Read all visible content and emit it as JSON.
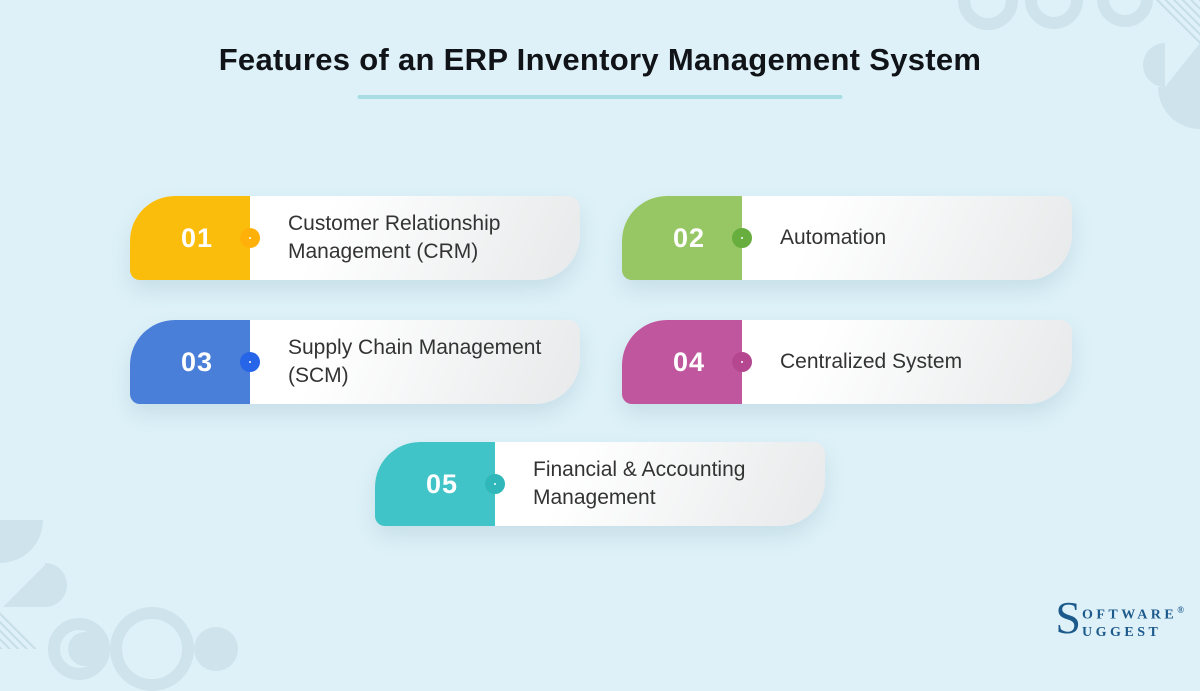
{
  "title": "Features of an ERP Inventory Management System",
  "theme": {
    "background": "#DEF1F8",
    "underline_color": "#A9DCE3",
    "decoration_color": "#CFE3ED",
    "card_text_color": "#333333",
    "logo_color": "#1D5A8C"
  },
  "features": [
    {
      "number": "01",
      "label": "Customer Relationship Management (CRM)",
      "color": "#FBBD0B",
      "ring_color": "#FFB10A"
    },
    {
      "number": "02",
      "label": "Automation",
      "color": "#97C664",
      "ring_color": "#67AE3E"
    },
    {
      "number": "03",
      "label": "Supply Chain Management (SCM)",
      "color": "#4A7FD9",
      "ring_color": "#2765E8"
    },
    {
      "number": "04",
      "label": "Centralized System",
      "color": "#C0579E",
      "ring_color": "#B4478F"
    },
    {
      "number": "05",
      "label": "Financial & Accounting Management",
      "color": "#41C4C7",
      "ring_color": "#2FB7BA"
    }
  ],
  "logo": {
    "big_s": "S",
    "line1": "OFTWARE",
    "registered": "®",
    "line2": "UGGEST"
  }
}
